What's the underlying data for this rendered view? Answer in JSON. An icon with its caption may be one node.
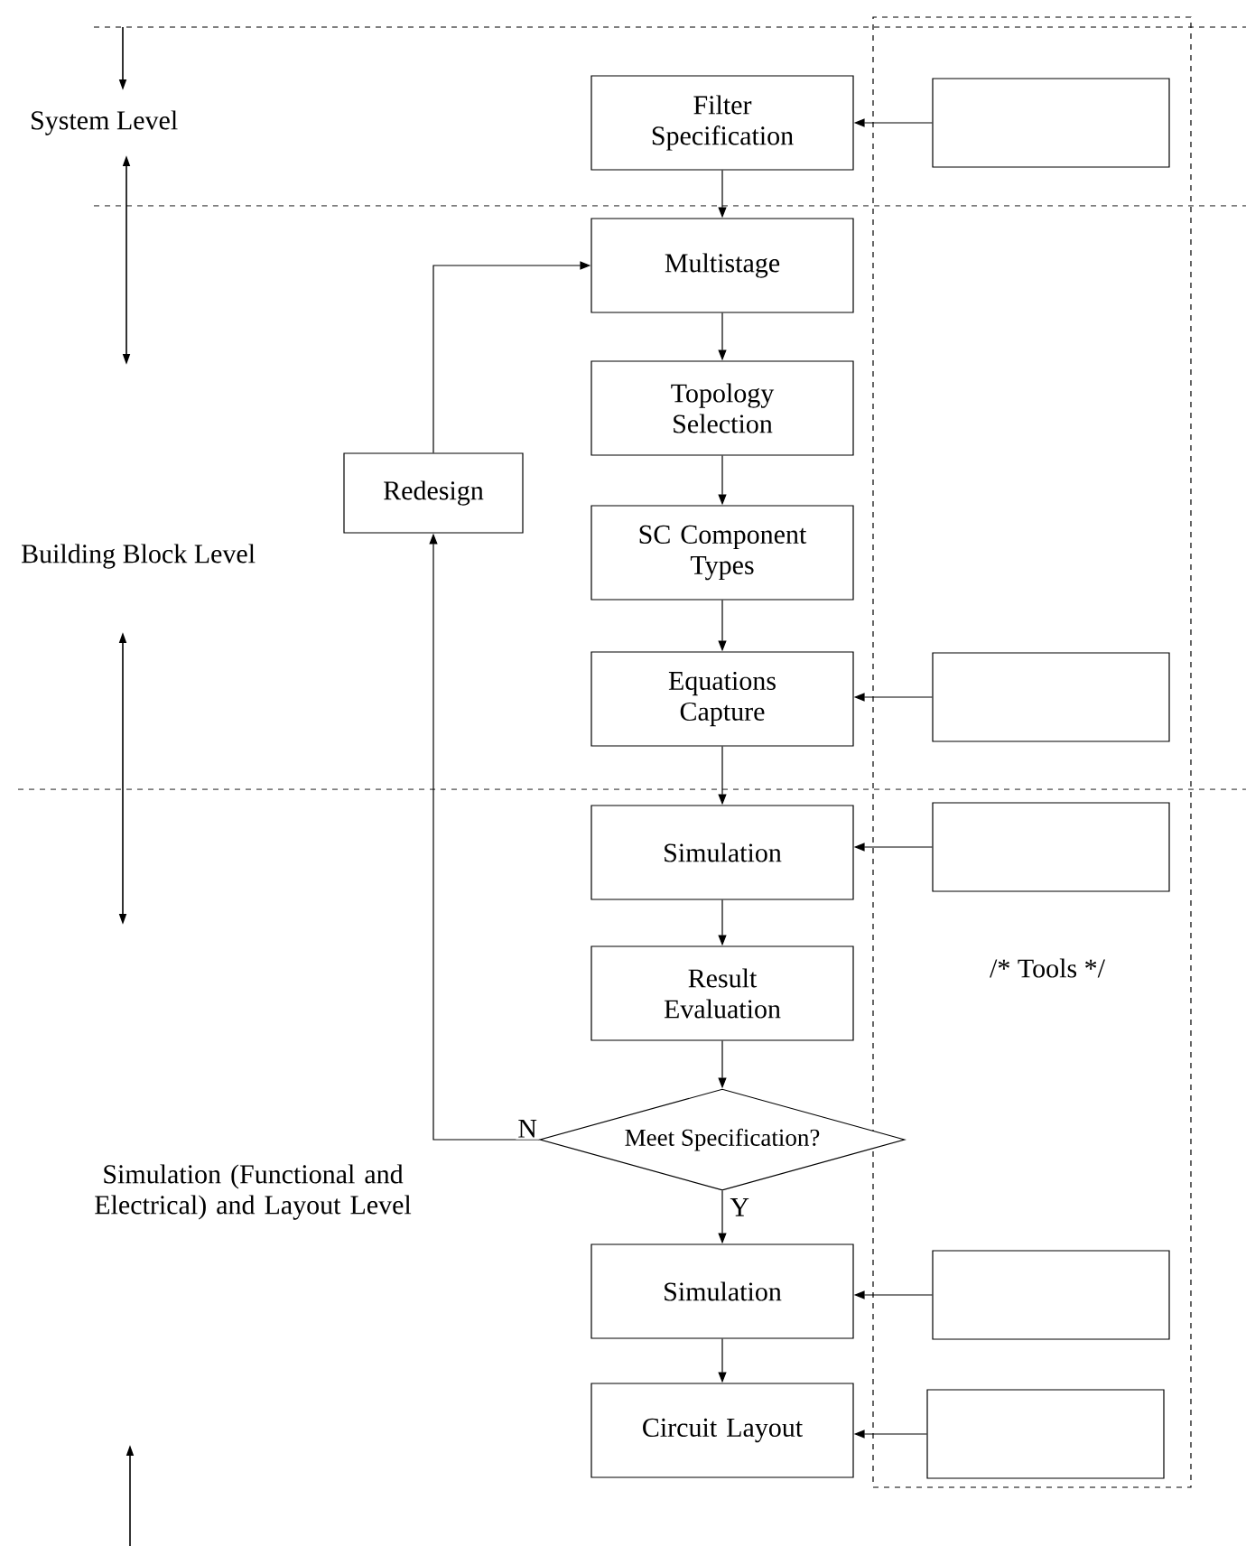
{
  "diagram": {
    "nodes": [
      {
        "text": [
          "/* Tools */"
        ]
      },
      {
        "text": [
          "Filter Specification"
        ]
      },
      {
        "text": [],
        "shape": "box",
        "in": 0
      },
      {
        "text": [
          "Multistage"
        ]
      },
      {
        "text": [
          "Topology Selection"
        ]
      },
      {
        "text": [
          "SC Component Types"
        ]
      },
      {
        "text": [
          "Equations Capture"
        ]
      },
      {
        "text": [],
        "shape": "box",
        "in": 0
      },
      {
        "text": [
          "Redesign"
        ]
      },
      {
        "text": [
          "Simulation"
        ]
      },
      {
        "text": [],
        "shape": "box",
        "in": 0
      },
      {
        "text": [
          "Result Evaluation"
        ]
      },
      {
        "text": [
          "Meet Specification?"
        ]
      },
      {
        "text": [
          "Simulation"
        ]
      },
      {
        "text": [],
        "shape": "box",
        "in": 0
      },
      {
        "text": [
          "Circuit Layout"
        ]
      },
      {
        "text": [],
        "shape": "box",
        "in": 0
      }
    ],
    "edges": [
      {
        "from": 2,
        "to": 1,
        "arrow": "to"
      },
      {
        "from": 1,
        "to": 3,
        "arrow": "to"
      },
      {
        "from": 3,
        "to": 4,
        "arrow": "to"
      },
      {
        "from": 4,
        "to": 5,
        "arrow": "to"
      },
      {
        "from": 5,
        "to": 6,
        "arrow": "to"
      },
      {
        "from": 7,
        "to": 6,
        "arrow": "to"
      },
      {
        "from": 6,
        "to": 9,
        "arrow": "to"
      },
      {
        "from": 10,
        "to": 9,
        "arrow": "to"
      },
      {
        "from": 9,
        "to": 11,
        "arrow": "to"
      },
      {
        "from": 11,
        "to": 12,
        "arrow": "to"
      },
      {
        "from": 12,
        "to": 8,
        "arrow": "to",
        "label": "N"
      },
      {
        "from": 8,
        "to": 3,
        "arrow": "to"
      },
      {
        "from": 12,
        "to": 13,
        "arrow": "to",
        "label": "Y"
      },
      {
        "from": 14,
        "to": 13,
        "arrow": "to"
      },
      {
        "from": 13,
        "to": 15,
        "arrow": "to"
      },
      {
        "from": 16,
        "to": 15,
        "arrow": "to"
      }
    ],
    "labels": [
      "System Level",
      "Building Block Level",
      "Simulation (Functional and Electrical) and Layout  Level"
    ]
  }
}
